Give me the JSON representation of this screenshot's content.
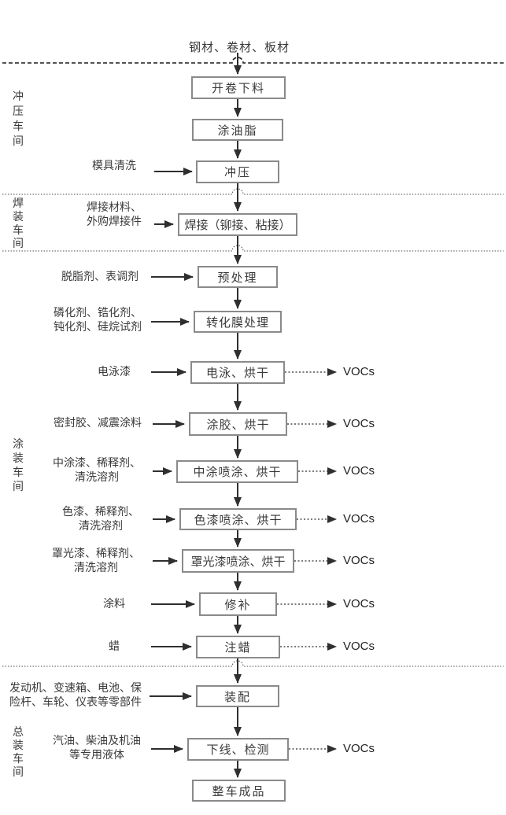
{
  "source_label": "钢材、卷材、板材",
  "vocs_label": "VOCs",
  "colors": {
    "line": "#2f2f2f",
    "box_border": "#8a8a8a",
    "text": "#3a3a3a"
  },
  "sections": [
    {
      "label": "冲压车间"
    },
    {
      "label": "焊装车间"
    },
    {
      "label": "涂装车间"
    },
    {
      "label": "总装车间"
    }
  ],
  "boxes": [
    {
      "label": "开卷下料"
    },
    {
      "label": "涂油脂"
    },
    {
      "label": "冲压"
    },
    {
      "label": "焊接（铆接、粘接）"
    },
    {
      "label": "预处理"
    },
    {
      "label": "转化膜处理"
    },
    {
      "label": "电泳、烘干"
    },
    {
      "label": "涂胶、烘干"
    },
    {
      "label": "中涂喷涂、烘干"
    },
    {
      "label": "色漆喷涂、烘干"
    },
    {
      "label": "罩光漆喷涂、烘干"
    },
    {
      "label": "修补"
    },
    {
      "label": "注蜡"
    },
    {
      "label": "装配"
    },
    {
      "label": "下线、检测"
    },
    {
      "label": "整车成品"
    }
  ],
  "inputs": [
    {
      "label": "模具清洗"
    },
    {
      "label": "焊接材料、\n外购焊接件"
    },
    {
      "label": "脱脂剂、表调剂"
    },
    {
      "label": "磷化剂、锆化剂、\n钝化剂、硅烷试剂"
    },
    {
      "label": "电泳漆"
    },
    {
      "label": "密封胶、减震涂料"
    },
    {
      "label": "中涂漆、稀释剂、\n清洗溶剂"
    },
    {
      "label": "色漆、稀释剂、\n清洗溶剂"
    },
    {
      "label": "罩光漆、稀释剂、\n清洗溶剂"
    },
    {
      "label": "涂料"
    },
    {
      "label": "蜡"
    },
    {
      "label": "发动机、变速箱、电池、保\n险杆、车轮、仪表等零部件"
    },
    {
      "label": "汽油、柴油及机油\n等专用液体"
    }
  ]
}
